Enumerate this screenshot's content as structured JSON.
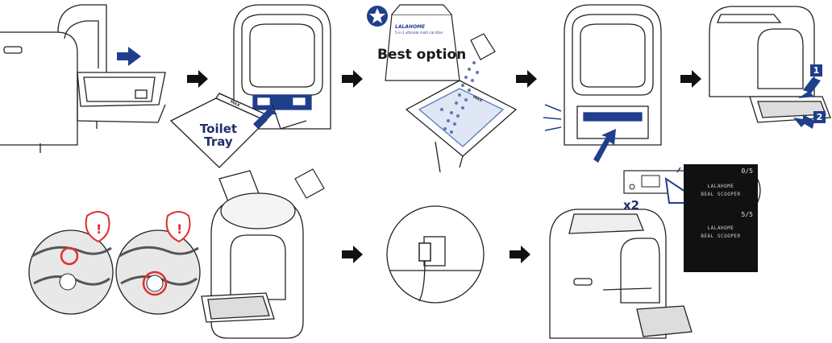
{
  "steps": {
    "toilet_tray_label": "Toilet\nTray",
    "best_option_label": "Best option",
    "package_brand": "LALAHOME",
    "package_subtitle": "5-in-1 ultimate multi cat litter",
    "max_mark": "MAX",
    "press_count": "x2",
    "badge_1": "1",
    "badge_2": "2"
  },
  "screens": {
    "top": {
      "count": "0/5",
      "line1": "LALAHOME",
      "line2": "BEAL SCOOPER"
    },
    "bottom": {
      "count": "5/5",
      "line1": "LALAHOME",
      "line2": "BEAL SCOOPER"
    }
  },
  "icons": [
    "arrow-right-icon",
    "star-icon",
    "warning-icon",
    "wifi-icon",
    "lock-icon",
    "tap-finger-icon",
    "plug-icon"
  ],
  "colors": {
    "brand_navy": "#1f3f8c",
    "arrow_black": "#111111",
    "warning_red": "#e03030",
    "litter_dots": "#5a7ab8"
  }
}
